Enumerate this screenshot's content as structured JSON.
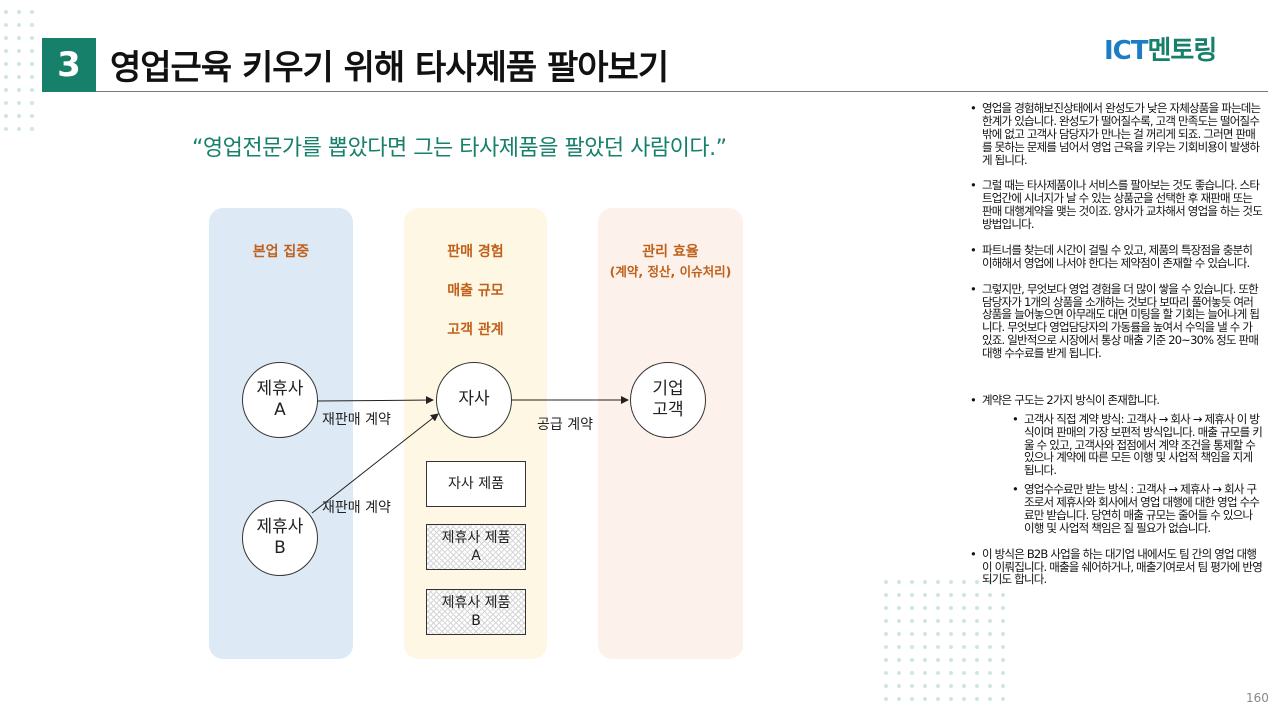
{
  "header": {
    "section_number": "3",
    "title": "영업근육 키우기 위해 타사제품 팔아보기",
    "logo_ict": "ICT",
    "logo_mentoring": "멘토링"
  },
  "quote": "“영업전문가를 뽑았다면 그는 타사제품을 팔았던 사람이다.”",
  "diagram": {
    "columns": [
      {
        "labels": [
          "본업 집중"
        ]
      },
      {
        "labels": [
          "판매 경험",
          "매출 규모",
          "고객 관계"
        ]
      },
      {
        "labels": [
          "관리 효율",
          "(계약, 정산, 이슈처리)"
        ]
      }
    ],
    "nodes": {
      "partner_a": "제휴사\nA",
      "partner_b": "제휴사\nB",
      "company": "자사",
      "enterprise": "기업\n고객"
    },
    "products": [
      "자사 제품",
      "제휴사 제품\nA",
      "제휴사 제품\nB"
    ],
    "edges": {
      "resale_a": "재판매 계약",
      "resale_b": "재판매 계약",
      "supply": "공급 계약"
    }
  },
  "notes": [
    {
      "text": "영업을 경험해보진상태에서 완성도가 낮은 자체상품을 파는데는 한계가 있습니다. 완성도가 떨어질수록, 고객 만족도는 떨어질수 밖에 없고 고객사 담당자가 만나는 걸 꺼리게 되죠. 그러면 판매를 못하는 문제를 넘어서 영업 근육을 키우는 기회비용이 발생하게 됩니다."
    },
    {
      "text": "그럴 때는 타사제품이나 서비스를 팔아보는 것도 좋습니다. 스타트업간에 시너지가 날 수 있는 상품군을 선택한 후 재판매 또는 판매 대행계약을 맺는 것이죠. 양사가 교차해서 영업을 하는 것도 방법입니다."
    },
    {
      "text": "파트너를 찾는데 시간이 걸릴 수 있고, 제품의 특장점을 충분히 이해해서 영업에 나서야 한다는 제약점이 존재할 수 있습니다."
    },
    {
      "text": "그렇지만, 무엇보다 영업 경험을 더 많이 쌓을 수 있습니다. 또한 담당자가 1개의 상품을 소개하는 것보다 보따리 풀어놓듯 여러 상품을 늘어놓으면 아무래도 대면 미팅을 할 기회는 늘어나게 됩니다. 무엇보다 영업담당자의 가동률을 높여서 수익을 낼 수 가 있죠. 일반적으로 시장에서 통상 매출 기준 20~30% 정도 판매대행 수수료를 받게 됩니다."
    },
    {
      "text": "계약은 구도는 2가지 방식이 존재합니다.",
      "sub": [
        "고객사 직접 계약 방식: 고객사 → 회사 → 제휴사 이 방식이며 판매의 가장 보편적 방식입니다. 매출 규모를 키울 수 있고, 고객사와 접점에서 계약 조건을 통제할 수 있으나 계약에 따른 모든 이행 및 사업적 책임을 지게 됩니다.",
        "영업수수료만 받는 방식 : 고객사 → 제휴사 → 회사 구조로서 제휴사와 회사에서 영업 대행에 대한 영업 수수료만 받습니다. 당연히 매출 규모는 줄어들 수 있으나 이행 및 사업적 책임은 질 필요가 없습니다."
      ]
    },
    {
      "text": "이 방식은 B2B 사업을 하는 대기업 내에서도 팀 간의 영업 대행이 이뤄집니다. 매출을 쉐어하거나, 매출기여로서 팀 평가에 반영되기도 합니다."
    }
  ],
  "page_number": "160",
  "colors": {
    "accent": "#17806a",
    "label": "#c0601a",
    "logo_blue": "#1b7ec4"
  }
}
